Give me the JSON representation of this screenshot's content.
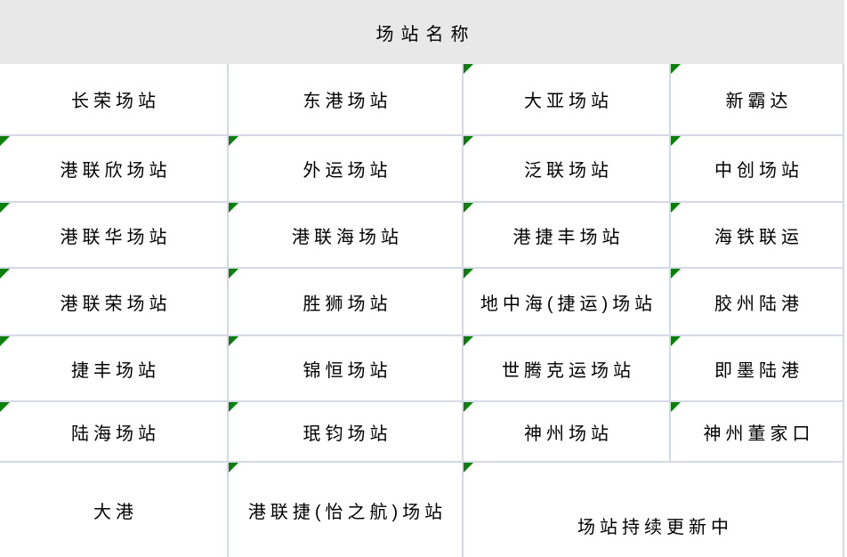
{
  "header": {
    "title": "场站名称"
  },
  "rows": [
    {
      "cells": [
        {
          "text": "长荣场站",
          "corner": false
        },
        {
          "text": "东港场站",
          "corner": false
        },
        {
          "text": "大亚场站",
          "corner": true
        },
        {
          "text": "新霸达",
          "corner": true
        }
      ]
    },
    {
      "cells": [
        {
          "text": "港联欣场站",
          "corner": true
        },
        {
          "text": "外运场站",
          "corner": true
        },
        {
          "text": "泛联场站",
          "corner": true
        },
        {
          "text": "中创场站",
          "corner": true
        }
      ]
    },
    {
      "cells": [
        {
          "text": "港联华场站",
          "corner": true
        },
        {
          "text": "港联海场站",
          "corner": true
        },
        {
          "text": "港捷丰场站",
          "corner": true
        },
        {
          "text": "海铁联运",
          "corner": true
        }
      ]
    },
    {
      "cells": [
        {
          "text": "港联荣场站",
          "corner": true
        },
        {
          "text": "胜狮场站",
          "corner": true
        },
        {
          "text": "地中海(捷运)场站",
          "corner": true
        },
        {
          "text": "胶州陆港",
          "corner": true
        }
      ]
    },
    {
      "cells": [
        {
          "text": "捷丰场站",
          "corner": true
        },
        {
          "text": "锦恒场站",
          "corner": true
        },
        {
          "text": "世腾克运场站",
          "corner": true
        },
        {
          "text": "即墨陆港",
          "corner": true
        }
      ]
    },
    {
      "cells": [
        {
          "text": "陆海场站",
          "corner": true
        },
        {
          "text": "珉钧场站",
          "corner": true
        },
        {
          "text": "神州场站",
          "corner": true
        },
        {
          "text": "神州董家口",
          "corner": true
        }
      ]
    },
    {
      "cells": [
        {
          "text": "大港",
          "corner": false
        },
        {
          "text": "港联捷(怡之航)场站",
          "corner": true
        },
        {
          "text": "场站持续更新中",
          "corner": true,
          "colspan": 2
        }
      ]
    }
  ],
  "colors": {
    "header_bg": "#e8e8e8",
    "border": "#d3dae5",
    "corner_marker": "#0b7e0b",
    "text": "#000000"
  }
}
